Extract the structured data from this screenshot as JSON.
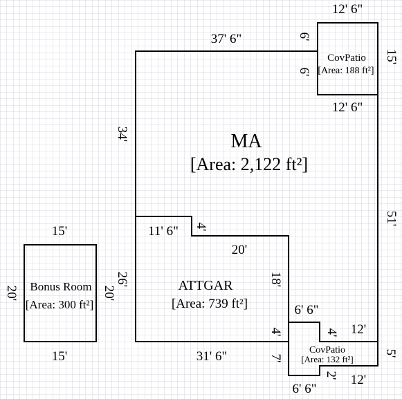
{
  "colors": {
    "grid": "#c9cbd6",
    "background": "#ffffff",
    "ma_fill": "#ffffff",
    "garage_fill": "#eaf7dd",
    "patio_fill": "#dcfbf8",
    "bonus_fill": "#ffffff",
    "wall": "#000000"
  },
  "rooms": {
    "ma": {
      "name": "MA",
      "area": "[Area: 2,122 ft²]"
    },
    "attgar": {
      "name": "ATTGAR",
      "area": "[Area: 739 ft²]"
    },
    "patio_top": {
      "name": "CovPatio",
      "area": "[Area: 188 ft²]"
    },
    "patio_bottom": {
      "name": "CovPatio",
      "area": "[Area: 132 ft²]"
    },
    "bonus": {
      "name": "Bonus Room",
      "area": "[Area: 300 ft²]"
    }
  },
  "dimensions": {
    "ma_top": "37' 6\"",
    "ma_left": "34'",
    "ma_right": "51'",
    "ma_notch_upper": "6'",
    "ma_notch_lower": "6'",
    "patio_top_top": "12' 6\"",
    "patio_top_bottom": "12' 6\"",
    "patio_top_right": "15'",
    "garage_notch_width": "11' 6\"",
    "garage_notch_height": "4'",
    "garage_step_width": "20'",
    "garage_right": "18'",
    "garage_left": "26'",
    "garage_bottom": "31' 6\"",
    "garage_lower_right": "4'",
    "patio_bottom_top": "6' 6\"",
    "patio_bottom_step": "4'",
    "patio_bottom_upper_right": "12'",
    "patio_bottom_right": "5'",
    "patio_bottom_left": "7'",
    "patio_bottom_lower_step": "2'",
    "patio_bottom_lower_right": "12'",
    "patio_bottom_bottom": "6' 6\"",
    "bonus_top": "15'",
    "bonus_bottom": "15'",
    "bonus_left": "20'",
    "bonus_right": "20'"
  }
}
